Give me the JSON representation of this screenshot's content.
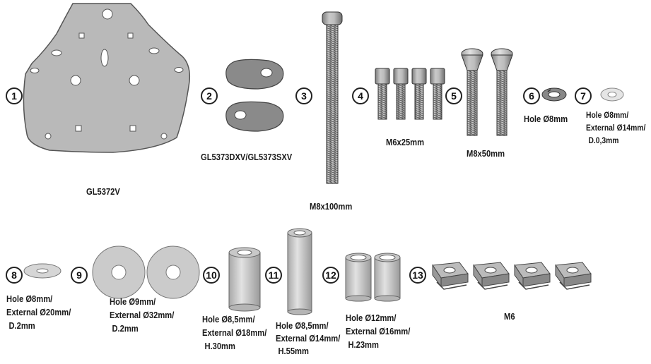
{
  "items": [
    {
      "number": "1",
      "name": "plate",
      "lines": [
        "GL5372V"
      ]
    },
    {
      "number": "2",
      "name": "spacer-blocks",
      "lines": [
        "GL5373DXV/GL5373SXV"
      ]
    },
    {
      "number": "3",
      "name": "long-screw",
      "lines": [
        "M8x100mm"
      ]
    },
    {
      "number": "4",
      "name": "allen-screws",
      "lines": [
        "M6x25mm"
      ]
    },
    {
      "number": "5",
      "name": "countersunk-screws",
      "lines": [
        "M8x50mm"
      ]
    },
    {
      "number": "6",
      "name": "spring-washer",
      "lines": [
        "Hole Ø8mm"
      ]
    },
    {
      "number": "7",
      "name": "small-washer",
      "lines": [
        "Hole Ø8mm/",
        "External Ø14mm/",
        "D.0,3mm"
      ]
    },
    {
      "number": "8",
      "name": "washer-20",
      "lines": [
        "Hole Ø8mm/",
        "External Ø20mm/",
        "D.2mm"
      ]
    },
    {
      "number": "9",
      "name": "washer-32",
      "lines": [
        "Hole Ø9mm/",
        "External Ø32mm/",
        "D.2mm"
      ]
    },
    {
      "number": "10",
      "name": "spacer-30",
      "lines": [
        "Hole Ø8,5mm/",
        "External Ø18mm/",
        "H.30mm"
      ]
    },
    {
      "number": "11",
      "name": "spacer-55",
      "lines": [
        "Hole Ø8,5mm/",
        "External Ø14mm/",
        "H.55mm"
      ]
    },
    {
      "number": "12",
      "name": "spacer-23",
      "lines": [
        "Hole Ø12mm/",
        "External Ø16mm/",
        "H.23mm"
      ]
    },
    {
      "number": "13",
      "name": "cage-nuts",
      "lines": [
        "M6"
      ]
    }
  ]
}
